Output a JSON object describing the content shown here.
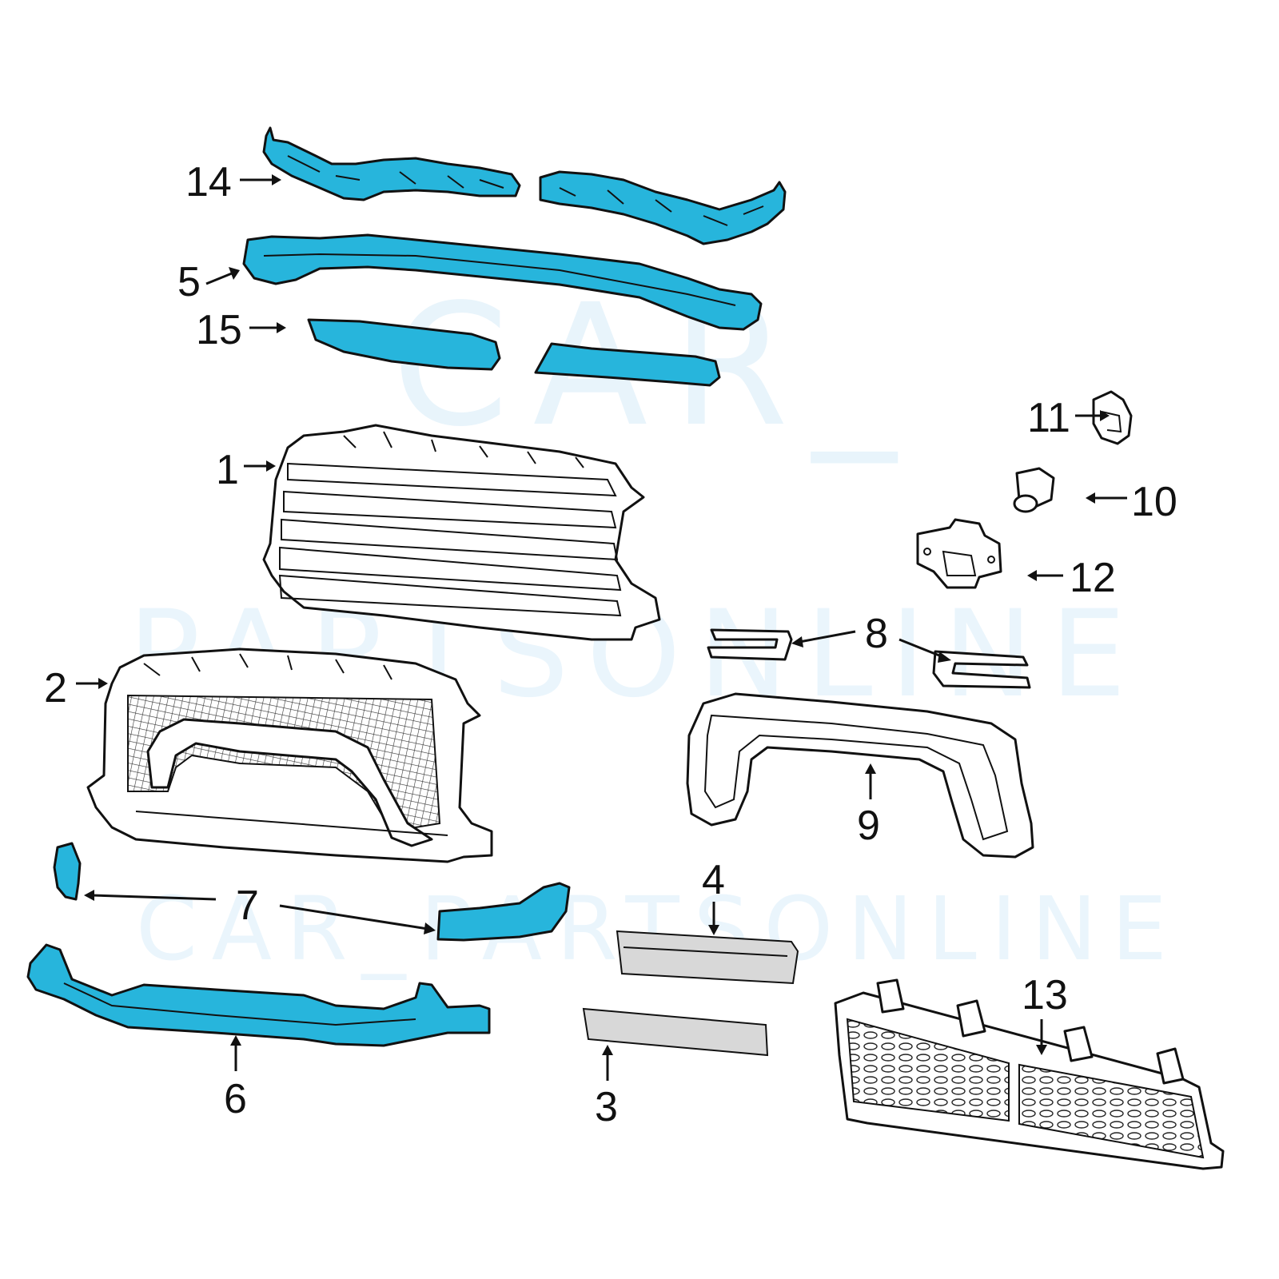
{
  "watermark": {
    "line1": "CAR_",
    "line2": "PARTSONLINE",
    "line3": "CAR_PARTSONLINE"
  },
  "colors": {
    "highlight": "#27b5dc",
    "line": "#111111",
    "watermark": "#e8f4fb"
  },
  "callouts": [
    {
      "id": "1",
      "label": "1"
    },
    {
      "id": "2",
      "label": "2"
    },
    {
      "id": "3",
      "label": "3"
    },
    {
      "id": "4",
      "label": "4"
    },
    {
      "id": "5",
      "label": "5"
    },
    {
      "id": "6",
      "label": "6"
    },
    {
      "id": "7",
      "label": "7"
    },
    {
      "id": "8",
      "label": "8"
    },
    {
      "id": "9",
      "label": "9"
    },
    {
      "id": "10",
      "label": "10"
    },
    {
      "id": "11",
      "label": "11"
    },
    {
      "id": "12",
      "label": "12"
    },
    {
      "id": "13",
      "label": "13"
    },
    {
      "id": "14",
      "label": "14"
    },
    {
      "id": "15",
      "label": "15"
    }
  ]
}
